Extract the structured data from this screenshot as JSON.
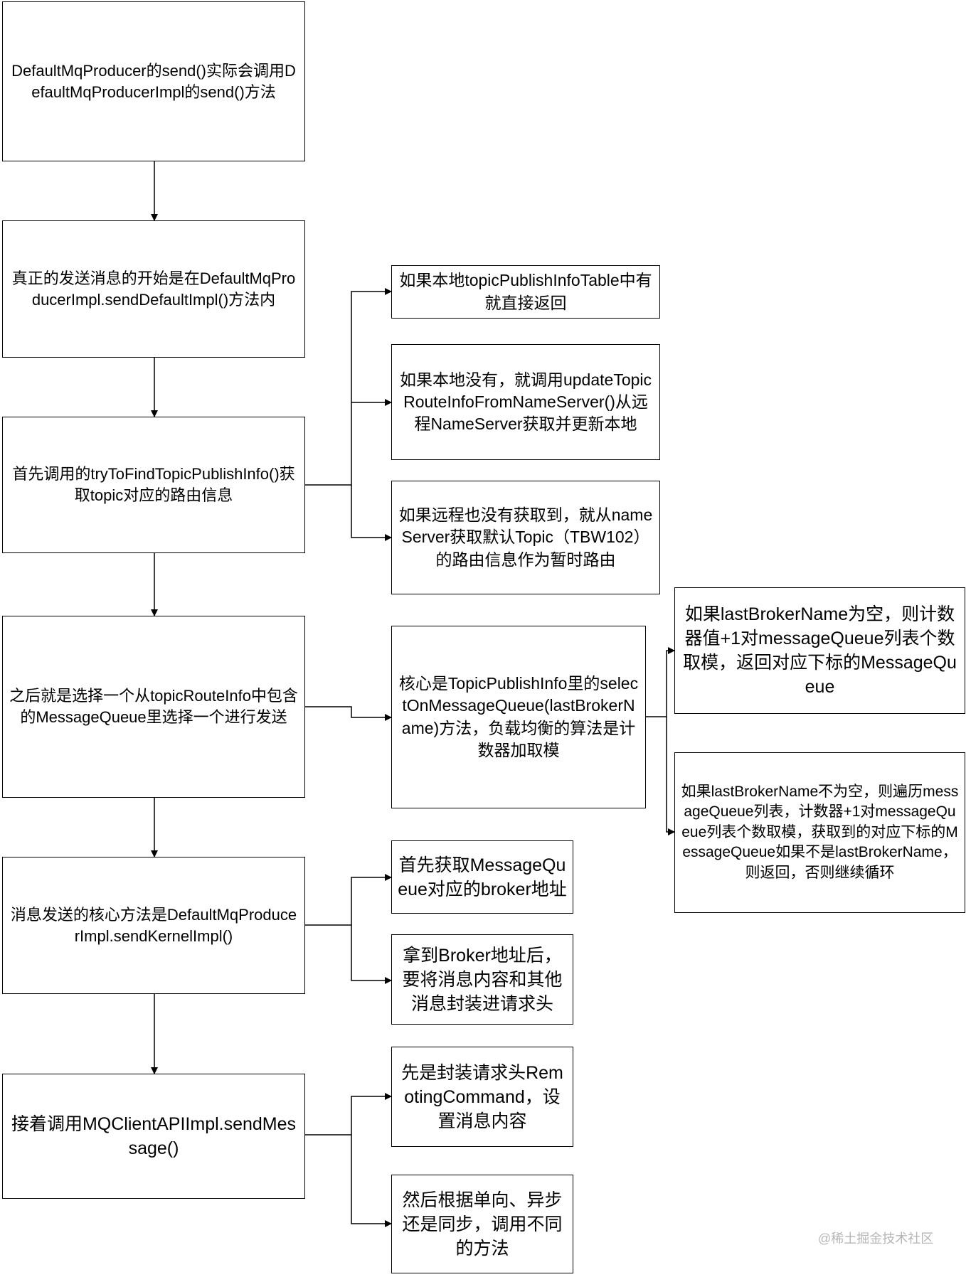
{
  "diagram": {
    "nodes": [
      {
        "id": "n1",
        "text": "DefaultMqProducer的send()实际会调用DefaultMqProducerImpl的send()方法"
      },
      {
        "id": "n2",
        "text": "真正的发送消息的开始是在DefaultMqProducerImpl.sendDefaultImpl()方法内"
      },
      {
        "id": "n3",
        "text": "首先调用的tryToFindTopicPublishInfo()获取topic对应的路由信息"
      },
      {
        "id": "n4",
        "text": "之后就是选择一个从topicRouteInfo中包含的MessageQueue里选择一个进行发送"
      },
      {
        "id": "n5",
        "text": "消息发送的核心方法是DefaultMqProducerImpl.sendKernelImpl()"
      },
      {
        "id": "n6",
        "text": "接着调用MQClientAPIImpl.sendMessage()"
      },
      {
        "id": "s3a",
        "text": "如果本地topicPublishInfoTable中有就直接返回"
      },
      {
        "id": "s3b",
        "text": "如果本地没有，就调用updateTopicRouteInfoFromNameServer()从远程NameServer获取并更新本地"
      },
      {
        "id": "s3c",
        "text": "如果远程也没有获取到，就从nameServer获取默认Topic（TBW102）的路由信息作为暂时路由"
      },
      {
        "id": "s4",
        "text": "核心是TopicPublishInfo里的selectOnMessageQueue(lastBrokerName)方法，负载均衡的算法是计数器加取模"
      },
      {
        "id": "s4a",
        "text": "如果lastBrokerName为空，则计数器值+1对messageQueue列表个数取模，返回对应下标的MessageQueue"
      },
      {
        "id": "s4b",
        "text": "如果lastBrokerName不为空，则遍历messageQueue列表，计数器+1对messageQueue列表个数取模，获取到的对应下标的MessageQueue如果不是lastBrokerName，则返回，否则继续循环"
      },
      {
        "id": "s5a",
        "text": "首先获取MessageQueue对应的broker地址"
      },
      {
        "id": "s5b",
        "text": "拿到Broker地址后，要将消息内容和其他消息封装进请求头"
      },
      {
        "id": "s6a",
        "text": "先是封装请求头RemotingCommand，设置消息内容"
      },
      {
        "id": "s6b",
        "text": "然后根据单向、异步还是同步，调用不同的方法"
      }
    ],
    "watermark": "@稀土掘金技术社区"
  }
}
